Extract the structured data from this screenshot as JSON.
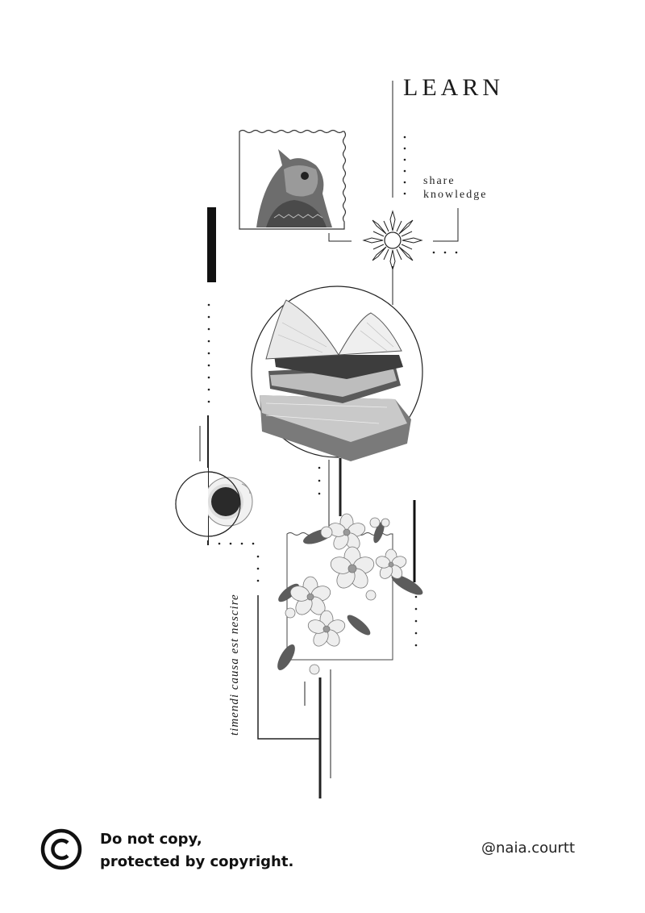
{
  "poster": {
    "title": "LEARN",
    "subtitle": "share\nknowledge",
    "motto": "timendi causa est nescire"
  },
  "footer": {
    "notice_line1": "Do not copy,",
    "notice_line2": "protected by copyright.",
    "handle": "@naia.courtt"
  },
  "icons": [
    "owl-stamp-illustration",
    "sun-icon",
    "book-stack-illustration",
    "coffee-cup-illustration",
    "blossom-illustration",
    "copyright-icon"
  ]
}
